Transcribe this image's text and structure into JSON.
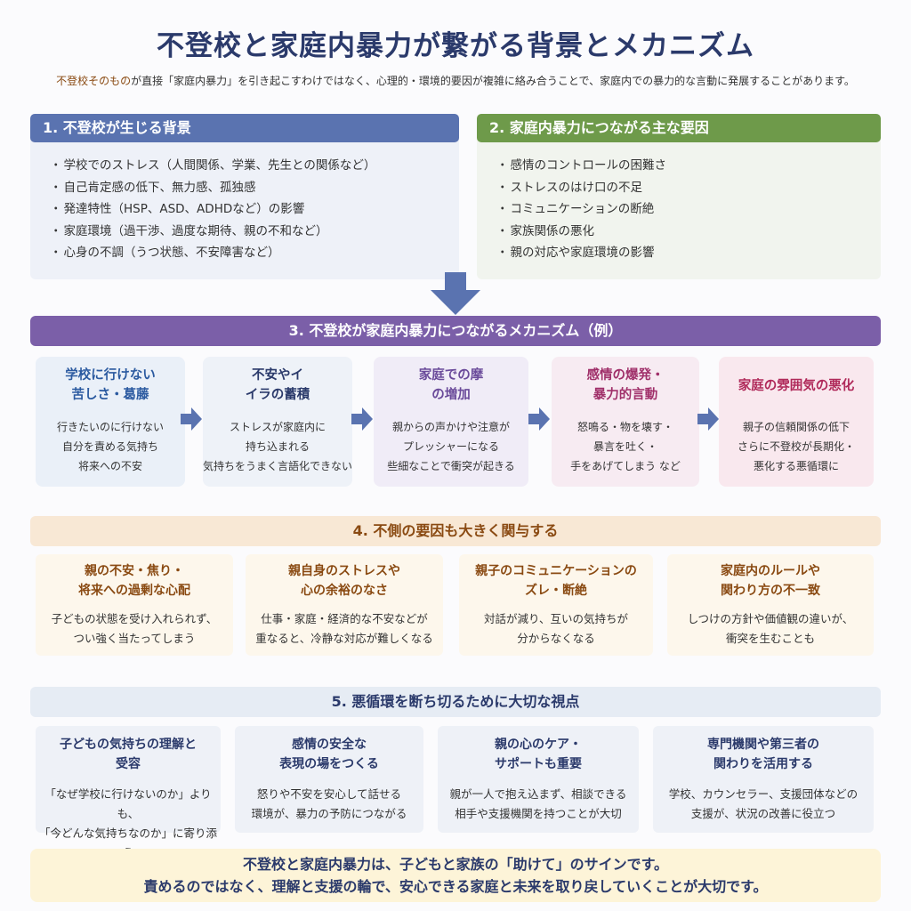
{
  "title": "不登校と家庭内暴力が繋がる背景とメカニズム",
  "subtitle": {
    "highlight": "不登校そのもの",
    "rest": "が直接「家庭内暴力」を引き起こすわけではなく、心理的・環境的要因が複雑に絡み合うことで、家庭内での暴力的な言動に発展することがあります。"
  },
  "section1": {
    "heading": "1. 不登校が生じる背景",
    "items": [
      "学校でのストレス（人間関係、学業、先生との関係など）",
      "自己肯定感の低下、無力感、孤独感",
      "発達特性（HSP、ASD、ADHDなど）の影響",
      "家庭環境（過干渉、過度な期待、親の不和など）",
      "心身の不調（うつ状態、不安障害など）"
    ]
  },
  "section2": {
    "heading": "2. 家庭内暴力につながる主な要因",
    "items": [
      "感情のコントロールの困難さ",
      "ストレスのはけ口の不足",
      "コミュニケーションの断絶",
      "家族関係の悪化",
      "親の対応や家庭環境の影響"
    ]
  },
  "section3": {
    "heading": "3. 不登校が家庭内暴力につながるメカニズム（例）",
    "cards": [
      {
        "title1": "学校に行けない",
        "title2": "苦しさ・葛藤",
        "d1": "行きたいのに行けない",
        "d2": "自分を責める気持ち",
        "d3": "将来への不安",
        "bg": "#eaf0f8",
        "color": "#2b5aa0"
      },
      {
        "title1": "不安やイ",
        "title2": "イラの蓄積",
        "d1": "ストレスが家庭内に",
        "d2": "持ち込まれる",
        "d3": "気持ちをうまく言語化できない",
        "bg": "#eef2f8",
        "color": "#2b3a6b"
      },
      {
        "title1": "家庭での摩",
        "title2": "の増加",
        "d1": "親からの声かけや注意が",
        "d2": "プレッシャーになる",
        "d3": "些細なことで衝突が起きる",
        "bg": "#f0ecf7",
        "color": "#6a4a9a"
      },
      {
        "title1": "感情の爆発・",
        "title2": "暴力的言動",
        "d1": "怒鳴る・物を壊す・",
        "d2": "暴言を吐く・",
        "d3": "手をあげてしまう など",
        "bg": "#f7ebf2",
        "color": "#a0306a"
      },
      {
        "title1": "家庭の雰囲気の悪化",
        "title2": "",
        "d1": "親子の信頼関係の低下",
        "d2": "さらに不登校が長期化・",
        "d3": "悪化する悪循環に",
        "bg": "#f9e8ee",
        "color": "#b02a5a"
      }
    ]
  },
  "section4": {
    "heading": "4. 不側の要因も大きく関与する",
    "cards": [
      {
        "title1": "親の不安・焦り・",
        "title2": "将来への過剰な心配",
        "d1": "子どもの状態を受け入れられず、",
        "d2": "つい強く当たってしまう"
      },
      {
        "title1": "親自身のストレスや",
        "title2": "心の余裕のなさ",
        "d1": "仕事・家庭・経済的な不安などが",
        "d2": "重なると、冷静な対応が難しくなる"
      },
      {
        "title1": "親子のコミュニケーションの",
        "title2": "ズレ・断絶",
        "d1": "対話が減り、互いの気持ちが",
        "d2": "分からなくなる"
      },
      {
        "title1": "家庭内のルールや",
        "title2": "関わり方の不一致",
        "d1": "しつけの方針や価値観の違いが、",
        "d2": "衝突を生むことも"
      }
    ]
  },
  "section5": {
    "heading": "5. 悪循環を断ち切るために大切な視点",
    "cards": [
      {
        "title1": "子どもの気持ちの理解と",
        "title2": "受容",
        "d1": "「なぜ学校に行けないのか」よりも、",
        "d2": "「今どんな気持ちなのか」に寄り添う"
      },
      {
        "title1": "感情の安全な",
        "title2": "表現の場をつくる",
        "d1": "怒りや不安を安心して話せる",
        "d2": "環境が、暴力の予防につながる"
      },
      {
        "title1": "親の心のケア・",
        "title2": "サポートも重要",
        "d1": "親が一人で抱え込まず、相談できる",
        "d2": "相手や支援機関を持つことが大切"
      },
      {
        "title1": "専門機関や第三者の",
        "title2": "関わりを活用する",
        "d1": "学校、カウンセラー、支援団体などの",
        "d2": "支援が、状況の改善に役立つ"
      }
    ]
  },
  "footer": {
    "line1": "不登校と家庭内暴力は、子どもと家族の「助けて」のサインです。",
    "line2": "責めるのではなく、理解と支援の輪で、安心できる家庭と未来を取り戻していくことが大切です。"
  },
  "icons": {
    "down_arrow": "down-arrow-icon",
    "right_arrow": "right-arrow-icon",
    "arrow_color": "#5a73b0"
  }
}
